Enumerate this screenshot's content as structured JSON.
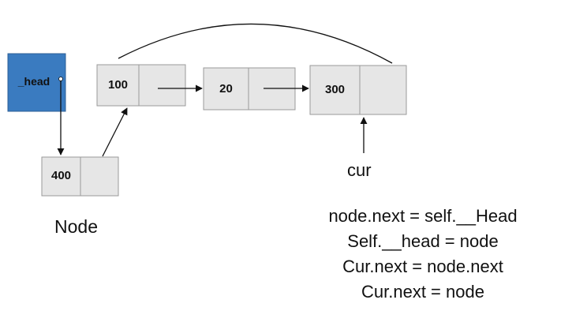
{
  "head": {
    "label": "_head"
  },
  "nodes": {
    "n100": {
      "value": "100"
    },
    "n20": {
      "value": "20"
    },
    "n300": {
      "value": "300"
    },
    "n400": {
      "value": "400"
    }
  },
  "labels": {
    "cur": "cur",
    "node": "Node"
  },
  "code": [
    "node.next = self.__Head",
    "Self.__head = node",
    "Cur.next = node.next",
    "Cur.next = node"
  ],
  "colors": {
    "head_fill": "#3a7bc0",
    "cell_fill": "#e6e6e6",
    "cell_stroke": "#9a9a9a",
    "line": "#111111"
  }
}
